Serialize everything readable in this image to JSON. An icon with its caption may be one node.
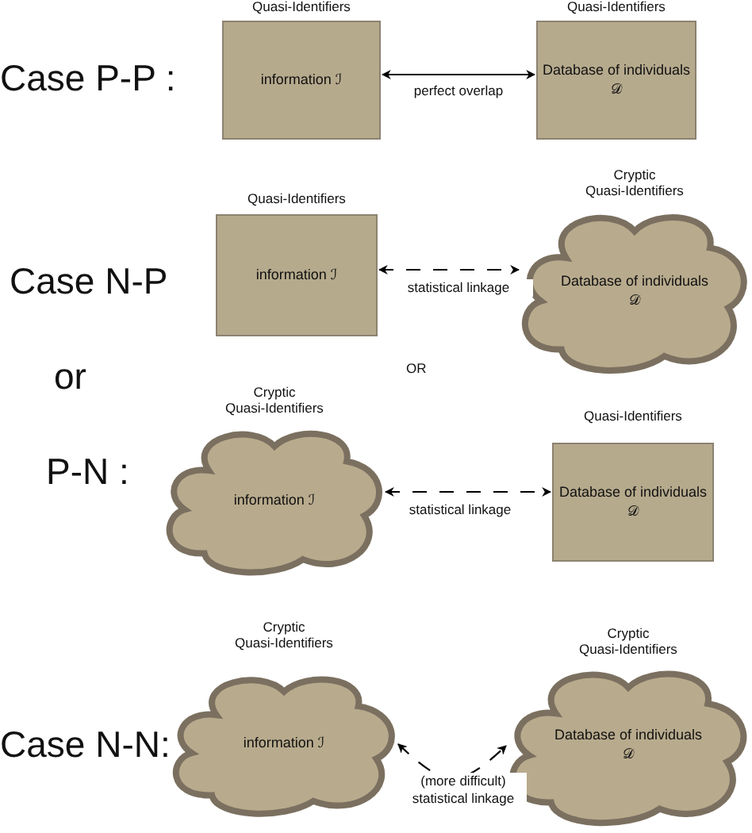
{
  "diagram": {
    "nodes": [
      {
        "text": [
          "Quasi-Identifiers",
          "information ℐ"
        ]
      },
      {
        "text": [
          "Quasi-Identifiers",
          "Database of individuals 𝒟"
        ]
      },
      {
        "text": [
          "Quasi-Identifiers",
          "information ℐ"
        ]
      },
      {
        "text": [
          "Cryptic Quasi-Identifiers",
          "Database of individuals 𝒟"
        ]
      },
      {
        "text": [
          "Cryptic Quasi-Identifiers",
          "information ℐ"
        ]
      },
      {
        "text": [
          "Quasi-Identifiers",
          "Database of individuals 𝒟"
        ]
      },
      {
        "text": [
          "Cryptic Quasi-Identifiers",
          "information ℐ"
        ]
      },
      {
        "text": [
          "Cryptic Quasi-Identifiers",
          "Database of individuals 𝒟"
        ]
      }
    ],
    "edges": [
      {
        "from": 0,
        "to": 1,
        "arrow": "both",
        "label": "perfect overlap"
      },
      {
        "from": 2,
        "to": 3,
        "arrow": "both",
        "label": "statistical linkage",
        "style": "dashed"
      },
      {
        "from": 4,
        "to": 5,
        "arrow": "both",
        "label": "statistical linkage",
        "style": "dashed"
      },
      {
        "from": 6,
        "to": 7,
        "arrow": "both",
        "label": "(more difficult) statistical linkage",
        "style": "dashed"
      }
    ],
    "labels": [
      "Case P-P :",
      "Case N-P",
      "or",
      "OR",
      "P-N :",
      "Case N-N:"
    ]
  }
}
